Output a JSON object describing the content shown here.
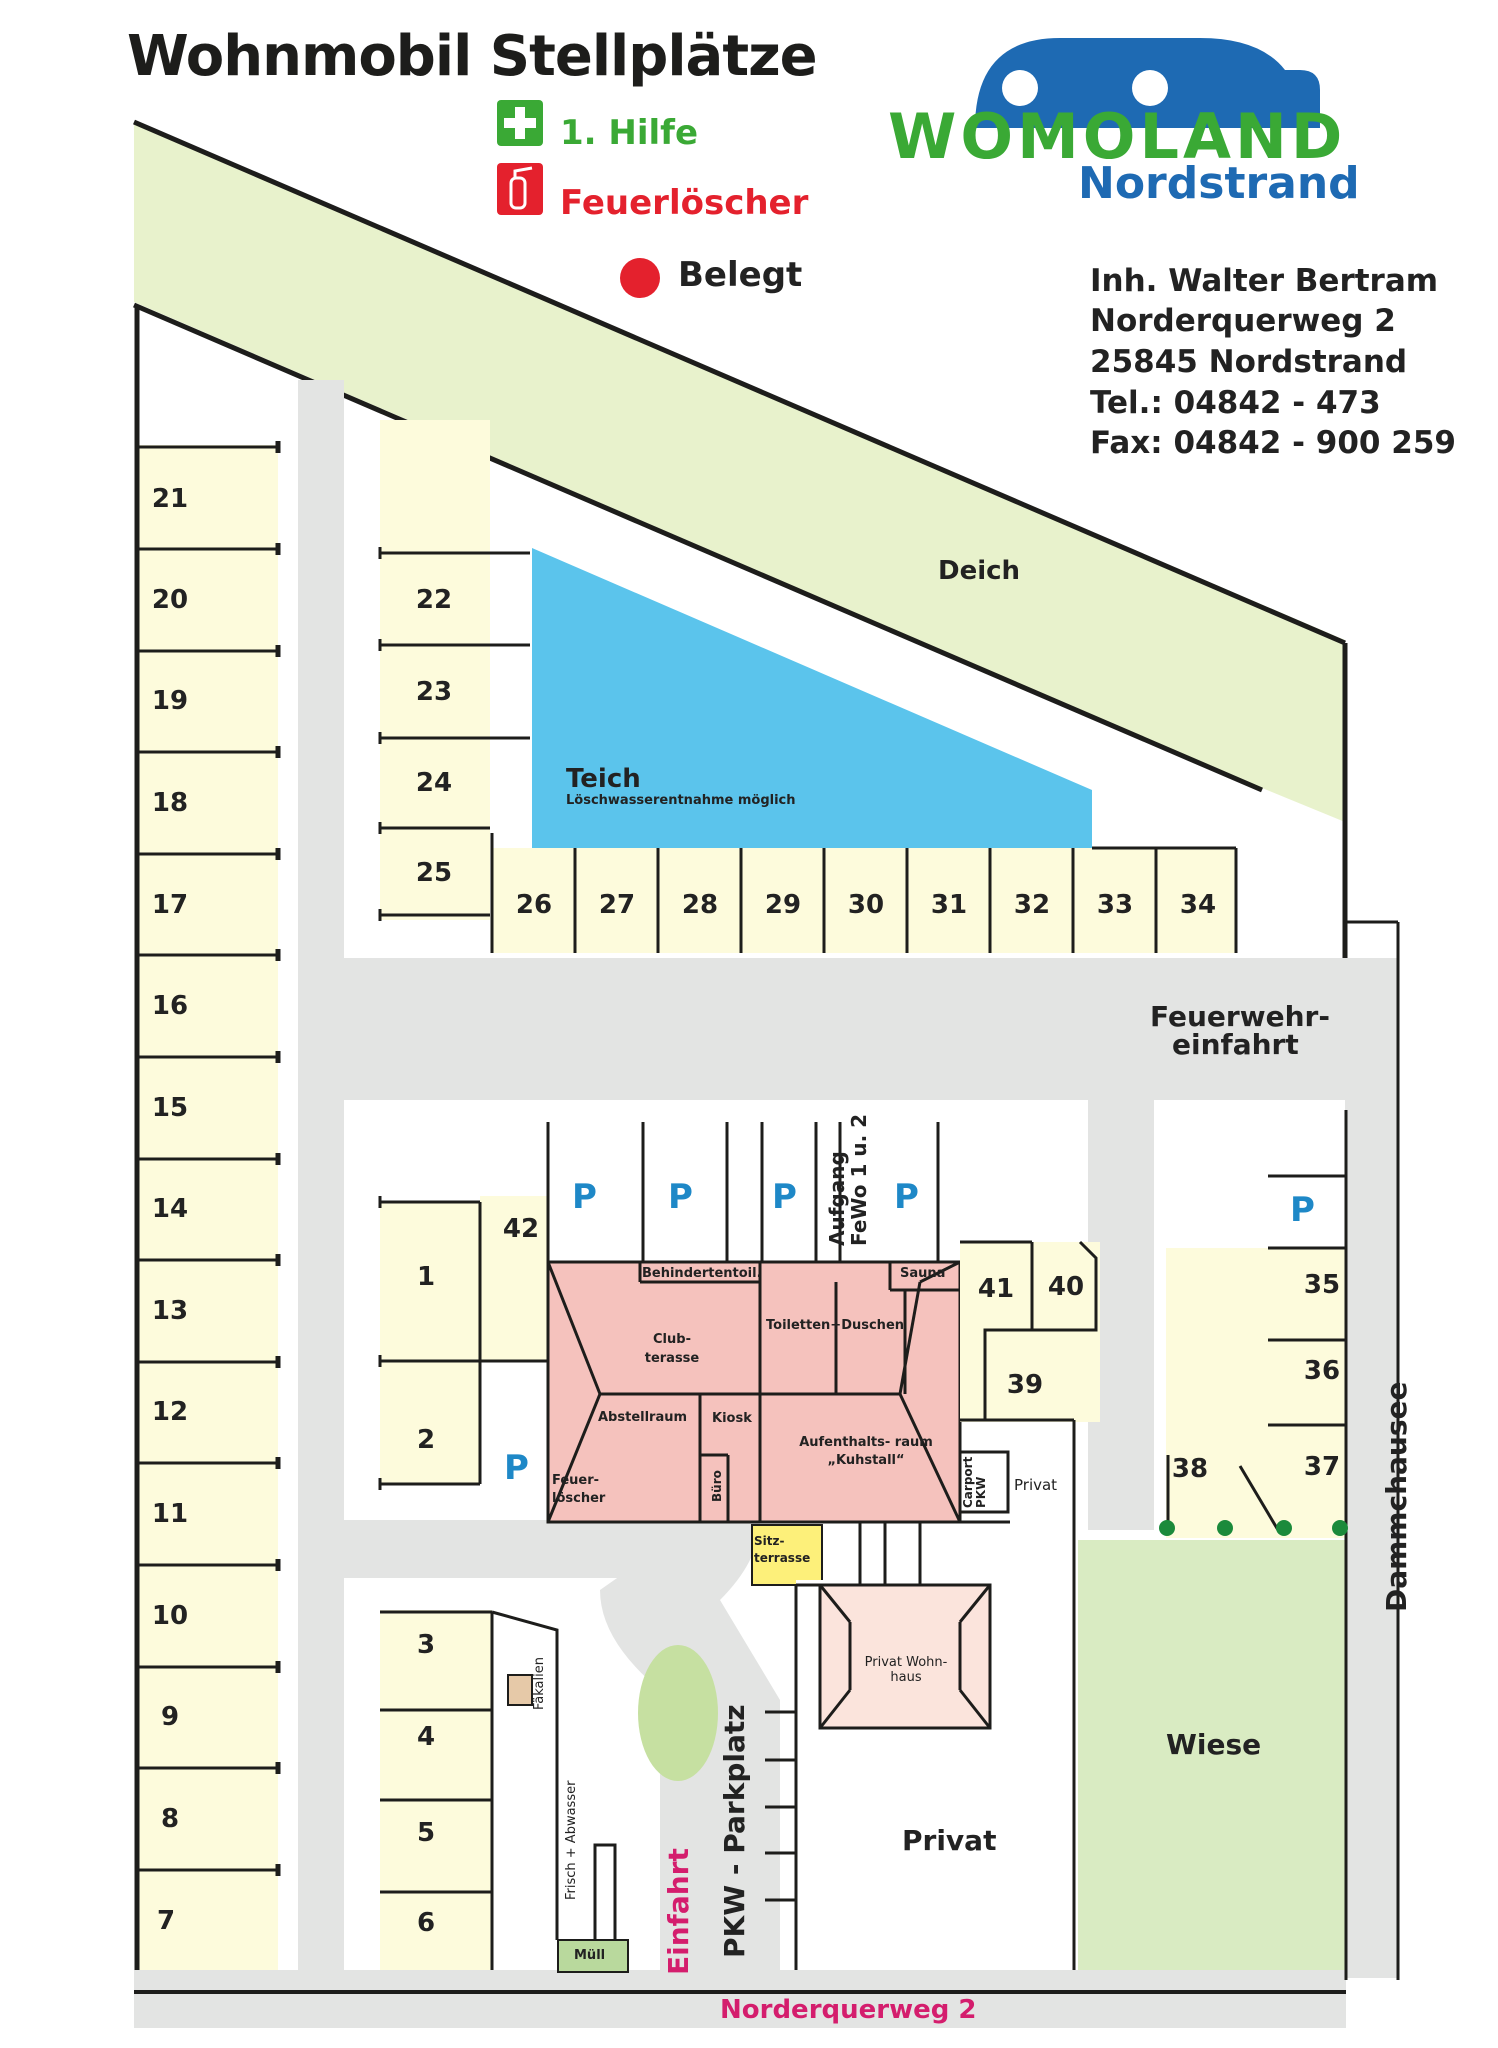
{
  "header": {
    "title": "Wohnmobil Stellplätze"
  },
  "legend": {
    "first_aid": "1. Hilfe",
    "extinguisher": "Feuerlöscher",
    "occupied": "Belegt"
  },
  "logo": {
    "word1": "WOMOLAND",
    "word2": "Nordstrand"
  },
  "address": {
    "owner": "Inh. Walter Bertram",
    "street": "Norderquerweg 2",
    "city": "25845 Nordstrand",
    "phone": "Tel.: 04842 - 473",
    "fax": "Fax: 04842 - 900 259"
  },
  "areas": {
    "dike": "Deich",
    "pond": "Teich",
    "pond_note": "Löschwasserentnahme möglich",
    "fire_entry_1": "Feuerwehr-",
    "fire_entry_2": "einfahrt",
    "meadow": "Wiese",
    "road_right": "Dammchausee",
    "road_bottom": "Norderquerweg 2",
    "entry": "Einfahrt",
    "car_park": "PKW - Parkplatz",
    "private": "Privat",
    "private_small": "Privat",
    "private_house": "Privat Wohn- haus",
    "feces": "Fäkalien",
    "water": "Frisch + Abwasser",
    "waste": "Müll",
    "stairs": "Aufgang FeWo 1 u. 2",
    "carport": "Carport PKW",
    "seating": "Sitz- terrasse"
  },
  "rooms": {
    "disabled_wc": "Behindertentoil.",
    "sauna": "Sauna",
    "club": "Club- terasse",
    "toilets": "Toiletten+Duschen",
    "storage": "Abstellraum",
    "kiosk": "Kiosk",
    "lounge": "Aufenthalts- raum „Kuhstall“",
    "ext": "Feuer- löscher",
    "office": "Büro"
  },
  "parking_label": "P",
  "spaces": [
    "1",
    "2",
    "3",
    "4",
    "5",
    "6",
    "7",
    "8",
    "9",
    "10",
    "11",
    "12",
    "13",
    "14",
    "15",
    "16",
    "17",
    "18",
    "19",
    "20",
    "21",
    "22",
    "23",
    "24",
    "25",
    "26",
    "27",
    "28",
    "29",
    "30",
    "31",
    "32",
    "33",
    "34",
    "35",
    "36",
    "37",
    "38",
    "39",
    "40",
    "41",
    "42"
  ],
  "colors": {
    "dike": "#e8f2cc",
    "spot": "#fdfbdc",
    "road": "#e3e4e3",
    "pond": "#5bc4ec",
    "building": "#f5c2bd",
    "meadow": "#d9ebc2",
    "red": "#e4212d",
    "green": "#3aa935",
    "blue": "#1e6ab3"
  }
}
